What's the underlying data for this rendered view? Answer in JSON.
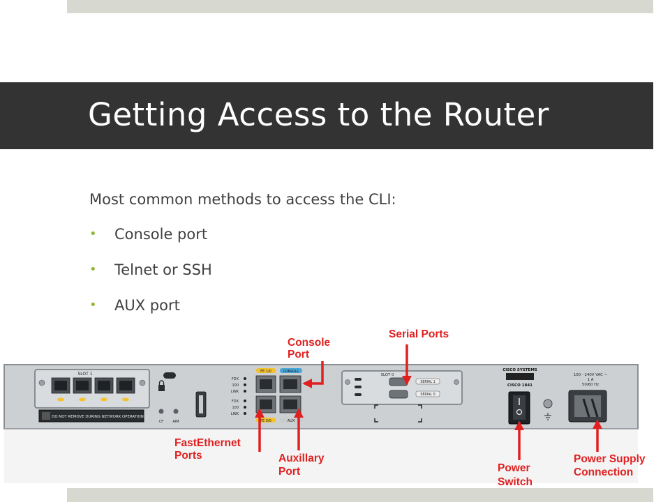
{
  "slide": {
    "title": "Getting Access to the Router",
    "intro": "Most common methods to access the CLI:",
    "bullets": [
      "Console port",
      "Telnet or SSH",
      "AUX port"
    ],
    "accent_color": "#94b63a"
  },
  "figure": {
    "callouts": {
      "console_port": "Console\nPort",
      "serial_ports": "Serial Ports",
      "fastethernet_ports": "FastEthernet\nPorts",
      "auxiliary_port": "Auxillary\nPort",
      "power_switch": "Power\nSwitch",
      "power_supply": "Power Supply\nConnection"
    },
    "device_labels": {
      "slot1": "SLOT 1",
      "slot0": "SLOT 0",
      "warning": "DO NOT REMOVE DURING NETWORK OPERATION",
      "fe_top": "FE 1/0",
      "console": "CONSOLE",
      "fe_bottom": "FE 0/0",
      "aux": "AUX",
      "fdx": "FDX",
      "speed": "100",
      "link": "LINK",
      "serial1": "SERIAL 1",
      "serial0": "SERIAL 0",
      "cf": "CF",
      "aim": "AIM",
      "brand": "CISCO SYSTEMS",
      "model": "CISCO 1841",
      "power_rating_1": "100 - 240V VAC ~",
      "power_rating_2": "1 A",
      "power_rating_3": "50/60 Hz"
    }
  }
}
